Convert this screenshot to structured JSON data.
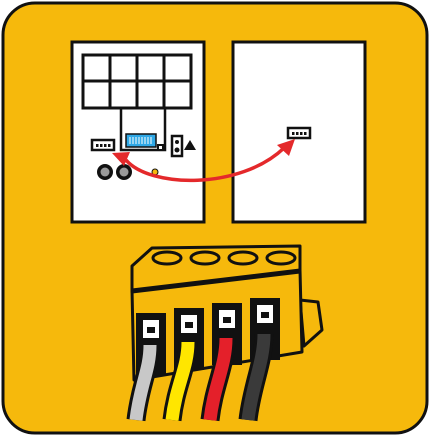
{
  "colors": {
    "background": "#F6B90C",
    "outline": "#111111",
    "panel": "#FFFFFF",
    "arrow": "#E4292B",
    "connector_body": "#F6B90C",
    "display_accent": "#2FA8E6"
  },
  "illustration": {
    "left_device": {
      "display_grid": {
        "rows": 2,
        "cols": 4
      },
      "has_port": true,
      "has_blue_display": true,
      "round_knobs": 2,
      "has_warning_symbol": true
    },
    "right_device": {
      "has_port": true
    },
    "connection_arrow": {
      "bidirectional": true
    },
    "terminal_block": {
      "wires": [
        {
          "color": "#C8C8C8",
          "name": "grey-wire"
        },
        {
          "color": "#FFE600",
          "name": "yellow-wire"
        },
        {
          "color": "#E4202A",
          "name": "red-wire"
        },
        {
          "color": "#3A3A3A",
          "name": "black-wire"
        }
      ]
    }
  }
}
